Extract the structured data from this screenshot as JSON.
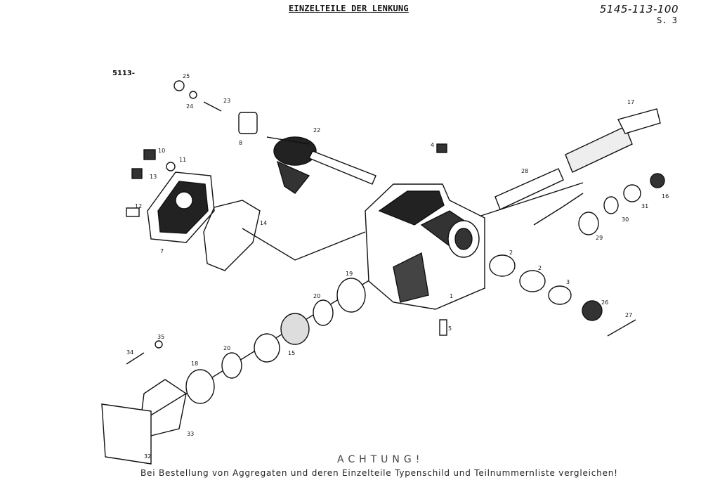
{
  "header": {
    "title": "EINZELTEILE DER LENKUNG",
    "doc_number": "5145-113-100",
    "page": "S. 3"
  },
  "group_number": "5113-",
  "warning": {
    "heading": "ACHTUNG!",
    "text": "Bei Bestellung von Aggregaten und deren Einzelteile Typenschild und Teilnummernliste vergleichen!"
  },
  "callouts": {
    "p1": "1",
    "p2a": "2",
    "p2b": "2",
    "p3": "3",
    "p4": "4",
    "p5": "5",
    "p7": "7",
    "p8": "8",
    "p10": "10",
    "p11": "11",
    "p12": "12",
    "p13": "13",
    "p14": "14",
    "p15": "15",
    "p16": "16",
    "p17": "17",
    "p18": "18",
    "p19": "19",
    "p20a": "20",
    "p20b": "20",
    "p22": "22",
    "p23": "23",
    "p24": "24",
    "p25": "25",
    "p26": "26",
    "p27": "27",
    "p28": "28",
    "p29": "29",
    "p30": "30",
    "p31": "31",
    "p32": "32",
    "p33": "33",
    "p34": "34",
    "p35": "35"
  }
}
